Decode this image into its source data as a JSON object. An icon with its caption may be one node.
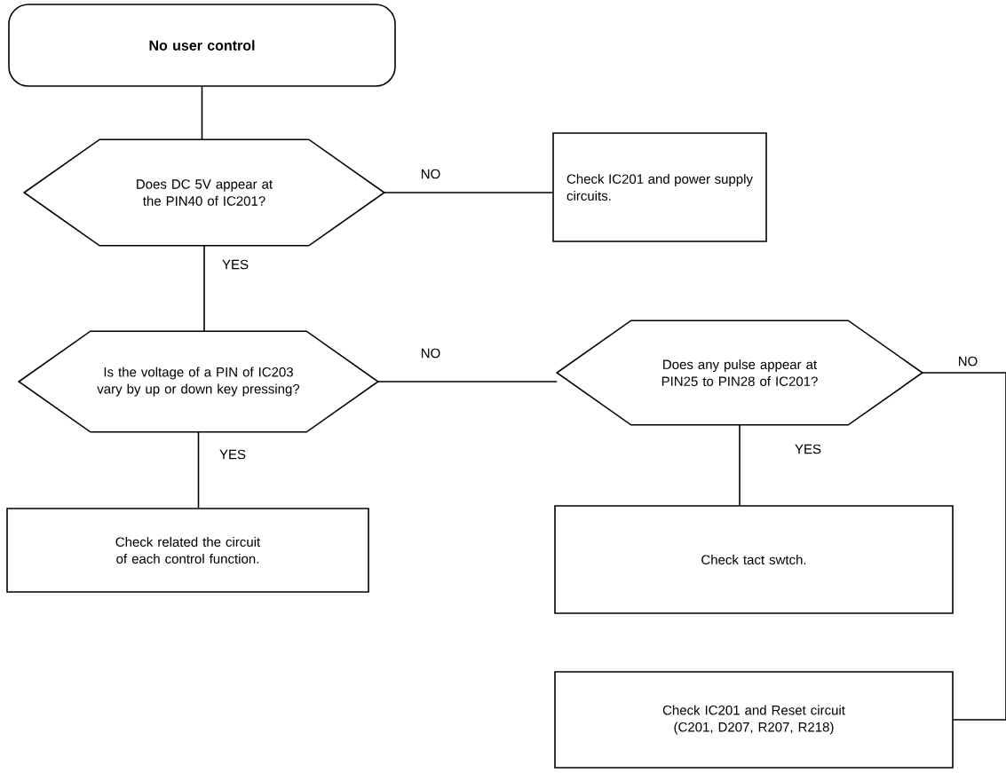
{
  "diagram": {
    "nodes": [
      {
        "text": [
          "No user control"
        ]
      },
      {
        "text": [
          "Does DC 5V appear at the PIN40 of IC201?"
        ]
      },
      {
        "text": [
          "Check IC201 and power supply circuits."
        ]
      },
      {
        "text": [
          "Is the voltage of a PIN of IC203 vary by up or down key pressing?"
        ]
      },
      {
        "text": [
          "Does any pulse appear at PIN25  to PIN28 of IC201?"
        ]
      },
      {
        "text": [
          "Check related the circuit of each control function."
        ]
      },
      {
        "text": [
          "Check tact swtch."
        ]
      },
      {
        "text": [
          "Check IC201 and Reset circuit (C201, D207, R207, R218)"
        ]
      }
    ],
    "edges": [
      {
        "from": 0,
        "to": 1,
        "arrow": "none"
      },
      {
        "from": 1,
        "to": 2,
        "arrow": "none",
        "label": "NO"
      },
      {
        "from": 1,
        "to": 3,
        "arrow": "none",
        "label": "YES"
      },
      {
        "from": 3,
        "to": 4,
        "arrow": "none",
        "label": "NO"
      },
      {
        "from": 3,
        "to": 5,
        "arrow": "none",
        "label": "YES"
      },
      {
        "from": 4,
        "to": 6,
        "arrow": "none",
        "label": "YES"
      },
      {
        "from": 4,
        "to": 7,
        "arrow": "none",
        "label": "NO"
      }
    ]
  }
}
